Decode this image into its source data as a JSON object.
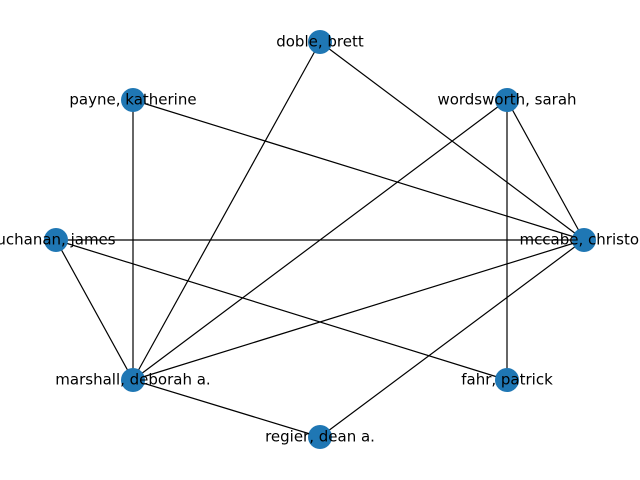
{
  "graph": {
    "node_color": "#1f77b4",
    "edge_color": "#000000",
    "nodes": [
      {
        "id": "doble",
        "label": "doble, brett"
      },
      {
        "id": "wordsworth",
        "label": "wordsworth, sarah"
      },
      {
        "id": "mccabe",
        "label": "mccabe, christop"
      },
      {
        "id": "fahr",
        "label": "fahr, patrick"
      },
      {
        "id": "regier",
        "label": "regier, dean a."
      },
      {
        "id": "marshall",
        "label": "marshall, deborah a."
      },
      {
        "id": "buchanan",
        "label": "uchanan, james"
      },
      {
        "id": "payne",
        "label": "payne, katherine"
      }
    ],
    "edges": [
      [
        "doble",
        "marshall"
      ],
      [
        "doble",
        "mccabe"
      ],
      [
        "payne",
        "marshall"
      ],
      [
        "payne",
        "mccabe"
      ],
      [
        "wordsworth",
        "marshall"
      ],
      [
        "wordsworth",
        "mccabe"
      ],
      [
        "wordsworth",
        "fahr"
      ],
      [
        "buchanan",
        "mccabe"
      ],
      [
        "buchanan",
        "marshall"
      ],
      [
        "buchanan",
        "fahr"
      ],
      [
        "mccabe",
        "marshall"
      ],
      [
        "mccabe",
        "regier"
      ],
      [
        "marshall",
        "regier"
      ]
    ]
  }
}
